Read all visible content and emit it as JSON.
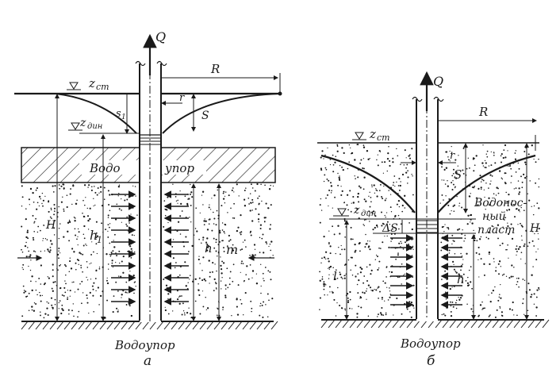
{
  "figure_a": {
    "caption": "а",
    "bottom_label": "Водоупор",
    "confining_label_left": "Водо",
    "confining_label_right": "упор",
    "labels": {
      "Q": "Q",
      "R": "R",
      "z_st": "z",
      "z_st_sub": "cm",
      "z_din": "z",
      "z_din_sub": "дин",
      "s1": "s",
      "s1_sub": "1",
      "s": "S",
      "r": "r",
      "H": "H",
      "h1": "h",
      "h1_sub": "1",
      "h": "h",
      "m": "m"
    }
  },
  "figure_b": {
    "caption": "б",
    "bottom_label": "Водоупор",
    "aquifer_label_1": "Водонос-",
    "aquifer_label_2": "ный",
    "aquifer_label_3": "пласт",
    "labels": {
      "Q": "Q",
      "R": "R",
      "z_st": "z",
      "z_st_sub": "cm",
      "z_din": "z",
      "z_din_sub": "дин",
      "r": "r",
      "S": "S",
      "dS": "ΔS",
      "H": "H",
      "l": "l",
      "h": "h"
    }
  },
  "colors": {
    "ink": "#1a1a1a",
    "paper": "#ffffff"
  }
}
